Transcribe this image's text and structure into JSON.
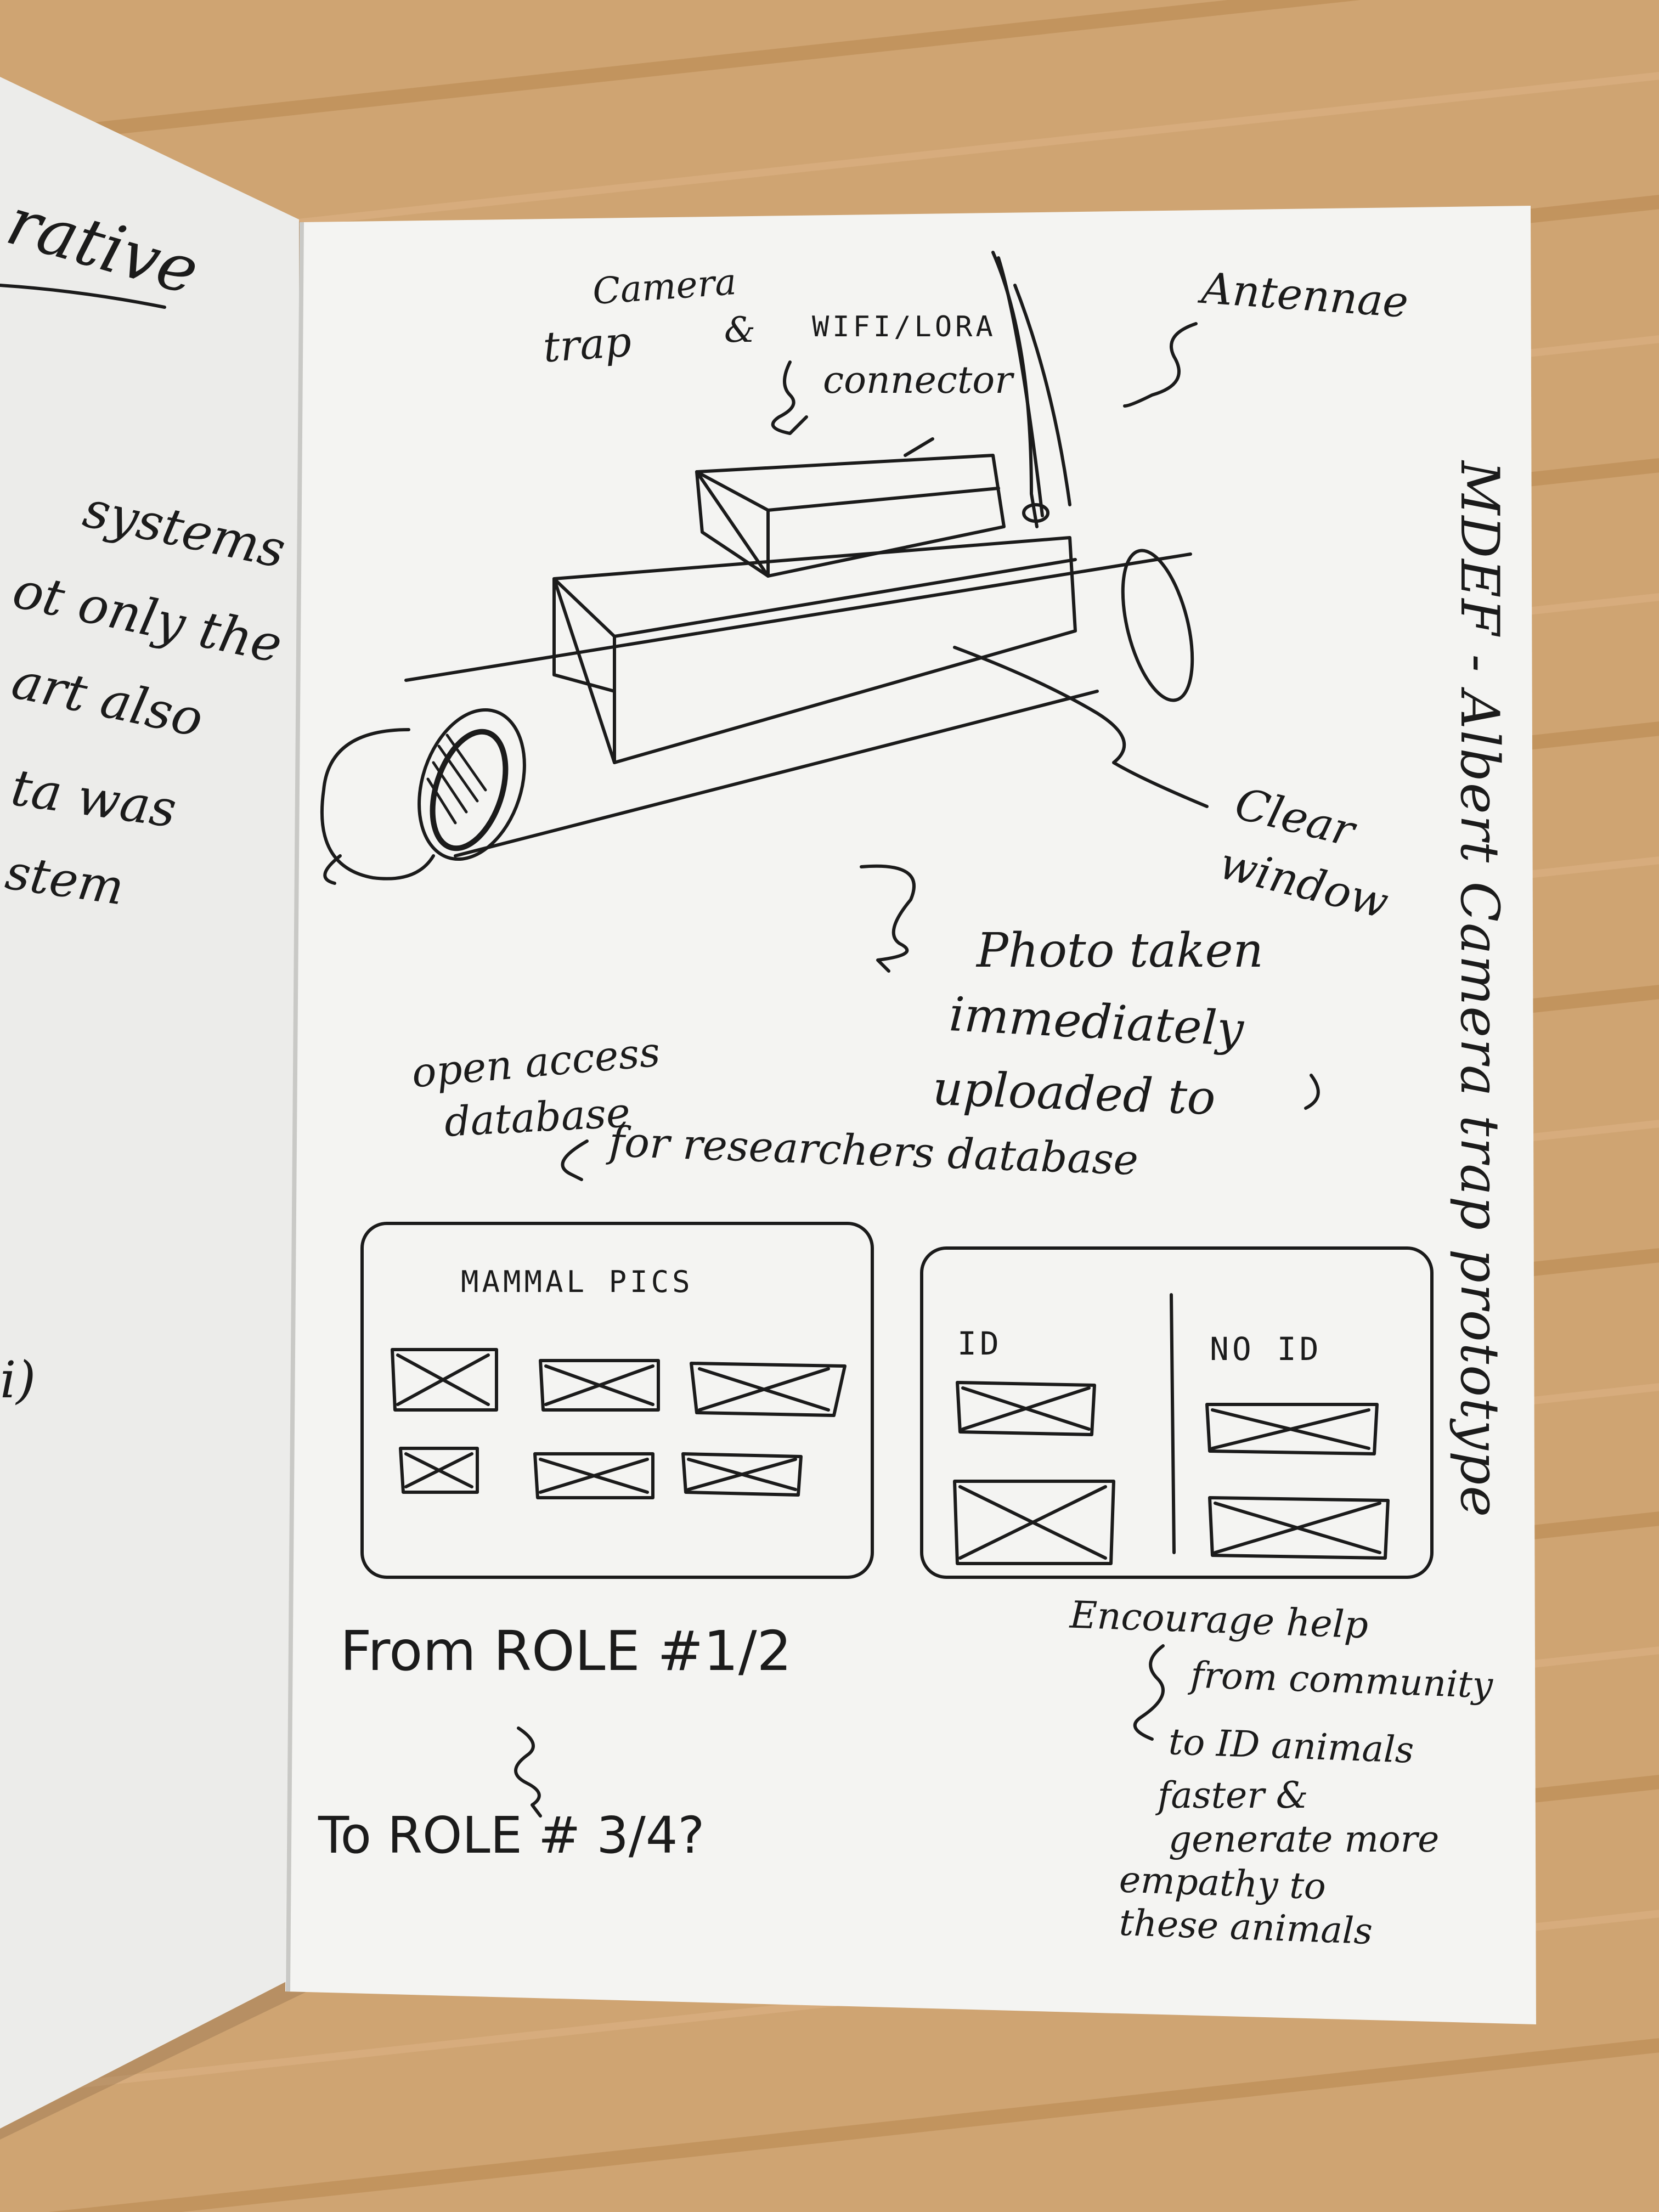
{
  "left_page": {
    "heading_fragment": "rative",
    "lines": [
      "systems",
      "ot only the",
      "art also",
      "ta was",
      "stem",
      "i)"
    ]
  },
  "right_page": {
    "side_title": "MDEF - Albert Camera trap prototype",
    "labels": {
      "camera_trap": [
        "Camera",
        "trap"
      ],
      "wifi_connector": [
        "WIFI/LORA",
        "connector"
      ],
      "antennae": "Antennae",
      "clear_window": [
        "Clear",
        "window"
      ],
      "photo_taken": [
        "Photo taken",
        "immediately",
        "uploaded to"
      ],
      "open_access": [
        "open access",
        "database"
      ],
      "for_researchers": "for researchers database"
    },
    "wireframe_left": {
      "title": "MAMMAL PICS"
    },
    "wireframe_right": {
      "col_a": "ID",
      "col_b": "NO ID"
    },
    "from_role": "From ROLE #1/2",
    "to_role": "To ROLE # 3/4?",
    "encourage": [
      "Encourage help",
      "from community",
      "to ID animals",
      "faster &",
      "generate more",
      "empathy to",
      "these animals"
    ]
  },
  "colors": {
    "ink": "#1b1b1b",
    "paper": "#f3f3f1",
    "wood": "#cfa472"
  }
}
